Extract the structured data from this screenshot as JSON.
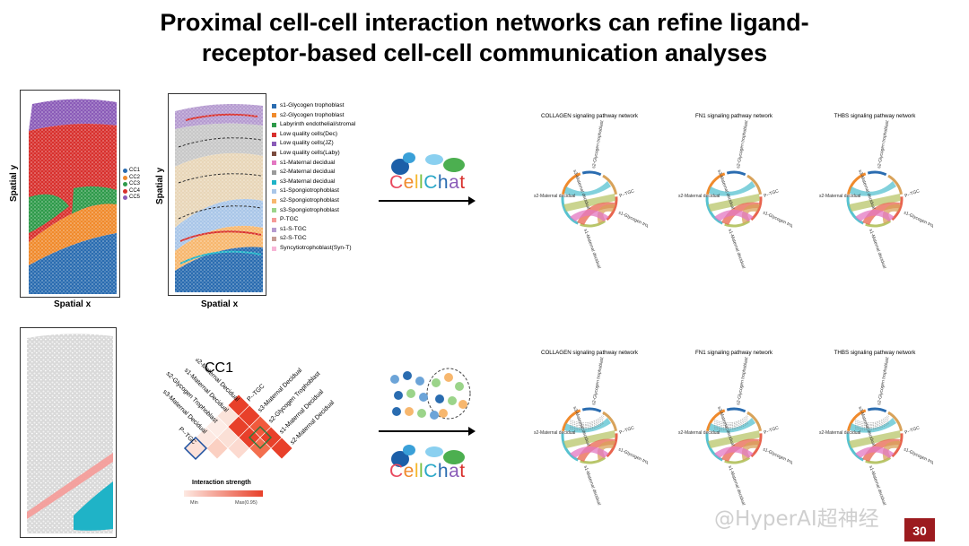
{
  "slide": {
    "title_line1": "Proximal cell-cell interaction networks can refine ligand-",
    "title_line2": "receptor-based cell-cell communication analyses",
    "page_number": "30",
    "watermark": "@HyperAI超神经"
  },
  "spatial_plots": {
    "y_label": "Spatial y",
    "x_label": "Spatial x"
  },
  "cc_legend": [
    {
      "label": "CC1",
      "color": "#2a6cb0"
    },
    {
      "label": "CC2",
      "color": "#f08a2c"
    },
    {
      "label": "CC3",
      "color": "#2e9a4a"
    },
    {
      "label": "CC4",
      "color": "#d8302d"
    },
    {
      "label": "CC5",
      "color": "#8a5bb8"
    }
  ],
  "celltype_legend": [
    {
      "label": "s1-Glycogen trophoblast",
      "color": "#2a6cb0"
    },
    {
      "label": "s2-Glycogen trophoblast",
      "color": "#f08a2c"
    },
    {
      "label": "Labyrinth endothelial/stromal",
      "color": "#2e9a4a"
    },
    {
      "label": "Low quality cells(Dec)",
      "color": "#d8302d"
    },
    {
      "label": "Low quality cells(JZ)",
      "color": "#8a5bb8"
    },
    {
      "label": "Low quality cells(Laby)",
      "color": "#7a4b3e"
    },
    {
      "label": "s1-Maternal decidual",
      "color": "#e377c2"
    },
    {
      "label": "s2-Maternal decidual",
      "color": "#9a9a9a"
    },
    {
      "label": "s3-Maternal decidual",
      "color": "#1fb3c7"
    },
    {
      "label": "s1-Spongiotrophoblast",
      "color": "#a9c6e8"
    },
    {
      "label": "s2-Spongiotrophoblast",
      "color": "#f7b76e"
    },
    {
      "label": "s3-Spongiotrophoblast",
      "color": "#9bd48a"
    },
    {
      "label": "P-TGC",
      "color": "#f59a97"
    },
    {
      "label": "s1-S-TGC",
      "color": "#b59bd0"
    },
    {
      "label": "s2-S-TGC",
      "color": "#c69c94"
    },
    {
      "label": "Syncytiotrophoblast(Syn-T)",
      "color": "#f7b5d6"
    }
  ],
  "cellchat_label": "CellChat",
  "networks_top": [
    {
      "title": "COLLAGEN signaling pathway network"
    },
    {
      "title": "FN1 signaling pathway network"
    },
    {
      "title": "THBS signaling pathway network"
    }
  ],
  "networks_bottom": [
    {
      "title": "COLLAGEN signaling pathway network"
    },
    {
      "title": "FN1 signaling pathway network"
    },
    {
      "title": "THBS signaling pathway network"
    }
  ],
  "chord_labels": {
    "p_tgc": "P--TGC",
    "s2_glyco": "s2-Glycogen trophoblast",
    "s3_maternal": "s3-Maternal decidual",
    "s2_maternal": "s2-Maternal decidual",
    "s1_maternal": "s1-Maternal decidual",
    "s1_glyco": "s1-Glycogen trophoblast"
  },
  "heatmap": {
    "title": "CC1",
    "left_labels": [
      "s2-Maternal Decidual",
      "s1-Maternal Decidual",
      "s2-Glycogen Trophoblast",
      "s3-Maternal Decidual",
      "P--TGC"
    ],
    "right_labels": [
      "P--TGC",
      "s3-Maternal Decidual",
      "s2-Glycogen Trophoblast",
      "s1-Maternal Decidual",
      "s2-Maternal Decidual"
    ],
    "legend_title": "Interaction strength",
    "legend_min": "Min",
    "legend_max": "Max(0.95)"
  }
}
